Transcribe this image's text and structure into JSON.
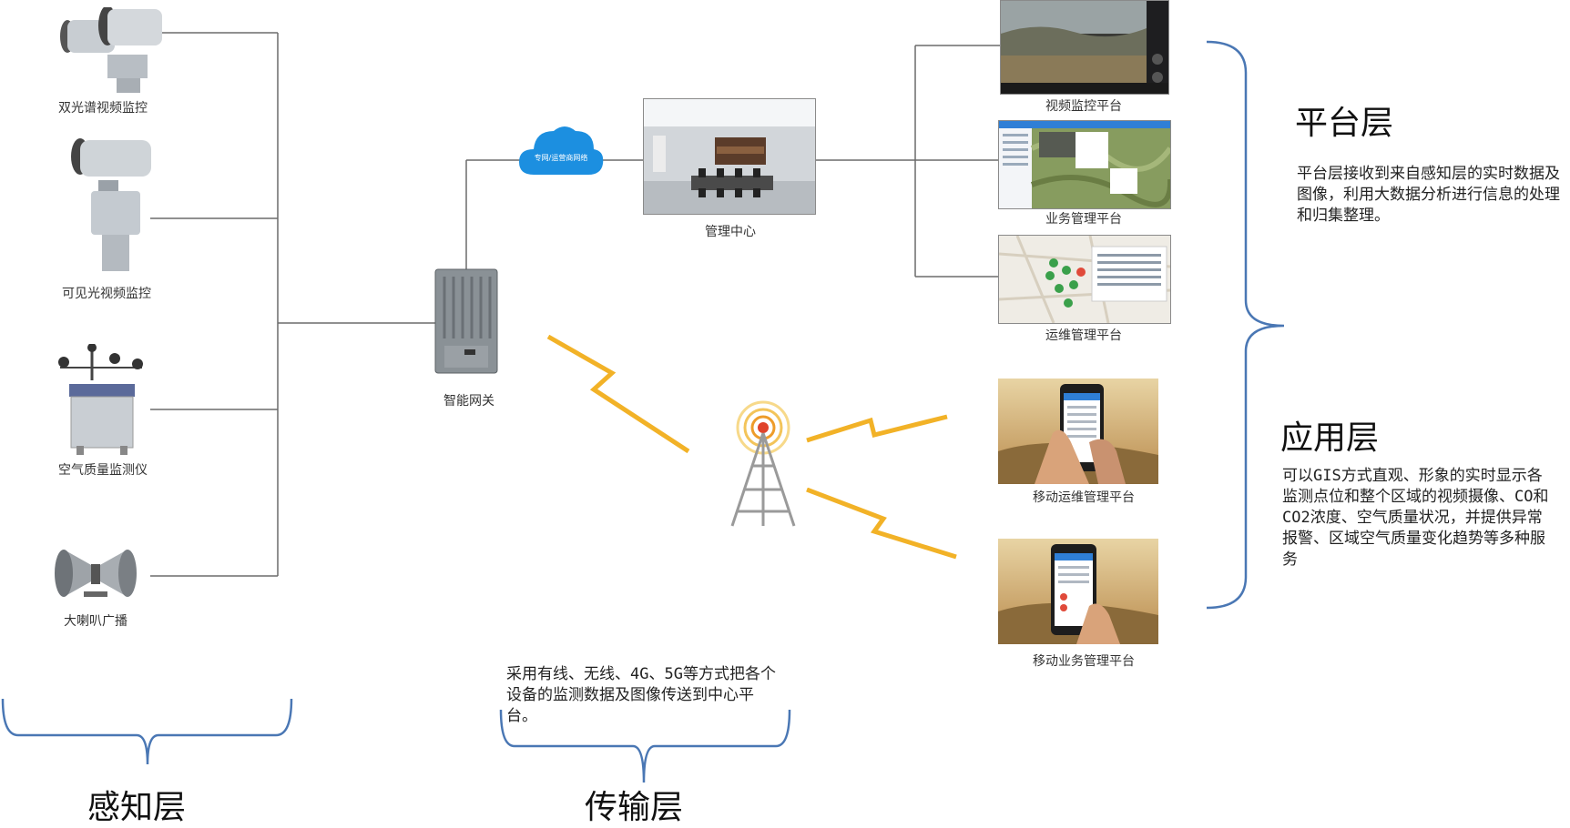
{
  "perception": {
    "devices": [
      {
        "label": "双光谱视频监控",
        "icon": "dual-spectrum-camera-icon"
      },
      {
        "label": "可见光视频监控",
        "icon": "visible-light-camera-icon"
      },
      {
        "label": "空气质量监测仪",
        "icon": "air-quality-monitor-icon"
      },
      {
        "label": "大喇叭广播",
        "icon": "loudspeaker-icon"
      }
    ],
    "layer_title": "感知层"
  },
  "transmission": {
    "gateway_label": "智能网关",
    "cloud_label": "专网/运营商网络",
    "description": "采用有线、无线、4G、5G等方式把各个设备的监测数据及图像传送到中心平台。",
    "layer_title": "传输层"
  },
  "management": {
    "center_label": "管理中心"
  },
  "platforms": [
    {
      "label": "视频监控平台"
    },
    {
      "label": "业务管理平台"
    },
    {
      "label": "运维管理平台"
    }
  ],
  "apps": [
    {
      "label": "移动运维管理平台"
    },
    {
      "label": "移动业务管理平台"
    }
  ],
  "platform_layer": {
    "title": "平台层",
    "description": "平台层接收到来自感知层的实时数据及图像，利用大数据分析进行信息的处理和归集整理。"
  },
  "application_layer": {
    "title": "应用层",
    "description": "可以GIS方式直观、形象的实时显示各监测点位和整个区域的视频摄像、CO和CO2浓度、空气质量状况，并提供异常报警、区域空气质量变化趋势等多种服务"
  },
  "colors": {
    "wire": "#6b6b6b",
    "brace": "#4a77b4",
    "cloud": "#1c8fe0",
    "lightning": "#f2b227",
    "tower": "#9a9a9a"
  }
}
